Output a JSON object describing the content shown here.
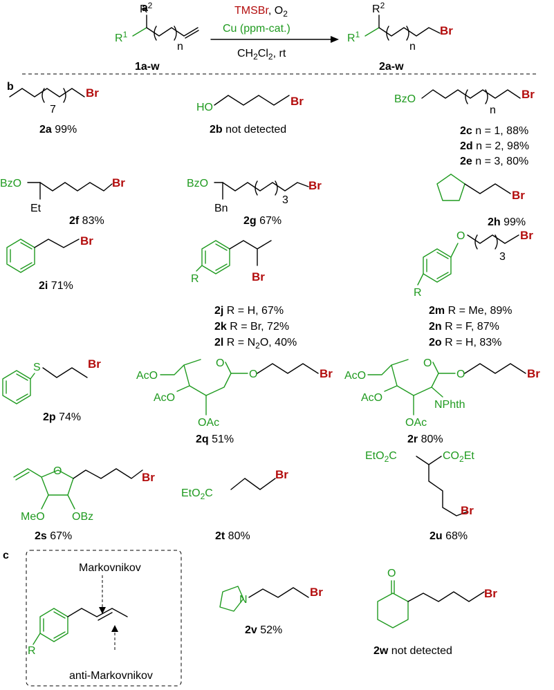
{
  "panels": {
    "a": "a",
    "b": "b",
    "c": "c"
  },
  "reaction": {
    "reagent1": "TMSBr",
    "reagent1_suffix": ", O",
    "o2_sub": "2",
    "catalyst": "Cu",
    "catalyst_suffix": " (ppm-cat.)",
    "solvent": "CH",
    "solvent_sub": "2",
    "solvent_mid": "Cl",
    "solvent_end": ", rt",
    "start_label": "1a-w",
    "product_label": "2a-w",
    "r1": "R",
    "r1_sup": "1",
    "r2": "R",
    "r2_sup": "2",
    "n": "n"
  },
  "common": {
    "br": "Br",
    "n": "n"
  },
  "products": {
    "a": {
      "id": "2a",
      "yield": " 99%",
      "sub": "7"
    },
    "b": {
      "id": "2b",
      "yield": " not detected",
      "ho": "HO"
    },
    "cde": {
      "bzo": "BzO",
      "rows": [
        {
          "id": "2c",
          "text": "  n = 1, 88%"
        },
        {
          "id": "2d",
          "text": "  n = 2, 98%"
        },
        {
          "id": "2e",
          "text": "  n = 3,  80%"
        }
      ]
    },
    "f": {
      "id": "2f",
      "yield": " 83%",
      "bzo": "BzO",
      "et": "Et"
    },
    "g": {
      "id": "2g",
      "yield": " 67%",
      "bzo": "BzO",
      "bn": "Bn",
      "sub": "3"
    },
    "h": {
      "id": "2h",
      "yield": " 99%"
    },
    "i": {
      "id": "2i",
      "yield": " 71%"
    },
    "jkl": {
      "r": "R",
      "rows": [
        {
          "id": "2j",
          "text": "  R = H,     67%"
        },
        {
          "id": "2k",
          "text": "  R = Br,    72%"
        },
        {
          "id": "2l",
          "text": "  R = N",
          "sub": "2",
          "text2": "O,  40%"
        }
      ]
    },
    "mno": {
      "r": "R",
      "o": "O",
      "sub": "3",
      "rows": [
        {
          "id": "2m",
          "text": "  R = Me, 89%"
        },
        {
          "id": "2n",
          "text": "  R = F,    87%"
        },
        {
          "id": "2o",
          "text": "  R = H,    83%"
        }
      ]
    },
    "p": {
      "id": "2p",
      "yield": " 74%",
      "s": "S"
    },
    "q": {
      "id": "2q",
      "yield": " 51%",
      "aco": "AcO",
      "o": "O",
      "oac": "OAc"
    },
    "r": {
      "id": "2r",
      "yield": " 80%",
      "aco": "AcO",
      "o": "O",
      "oac": "OAc",
      "nphth": "NPhth"
    },
    "s": {
      "id": "2s",
      "yield": " 67%",
      "meo": "MeO",
      "obz": "OBz",
      "o": "O"
    },
    "t": {
      "id": "2t",
      "yield": " 80%",
      "et": "EtO",
      "sub": "2",
      "c": "C"
    },
    "u": {
      "id": "2u",
      "yield": " 68%",
      "et": "EtO",
      "sub": "2",
      "c": "C",
      "co": "CO",
      "et2": "Et"
    },
    "v": {
      "id": "2v",
      "yield": " 52%",
      "n": "N"
    },
    "w": {
      "id": "2w",
      "yield": " not detected",
      "o": "O"
    }
  },
  "panel_c": {
    "markovnikov": "Markovnikov",
    "anti": "anti-Markovnikov",
    "r": "R"
  },
  "colors": {
    "green": "#1f9a1f",
    "red": "#b30d0d",
    "black": "#000000"
  }
}
